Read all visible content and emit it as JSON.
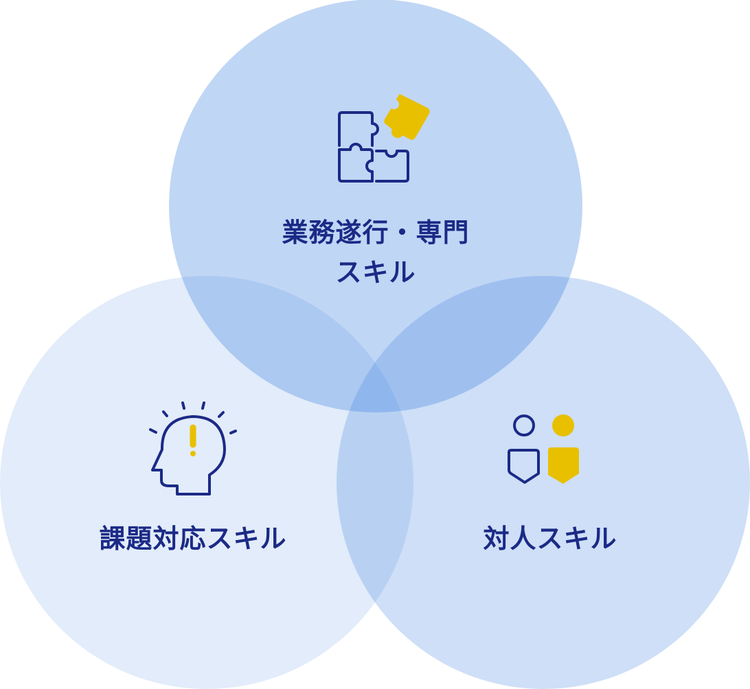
{
  "circles": [
    {
      "id": "task",
      "label_lines": [
        "業務遂行・専門",
        "スキル"
      ],
      "icon": "puzzle-icon"
    },
    {
      "id": "problem",
      "label_lines": [
        "課題対応スキル"
      ],
      "icon": "head-exclamation-icon"
    },
    {
      "id": "interpersonal",
      "label_lines": [
        "対人スキル"
      ],
      "icon": "people-icon"
    }
  ],
  "colors": {
    "navy": "#1b2a86",
    "yellow": "#e8c000",
    "circle_base": "#3c80e0"
  }
}
